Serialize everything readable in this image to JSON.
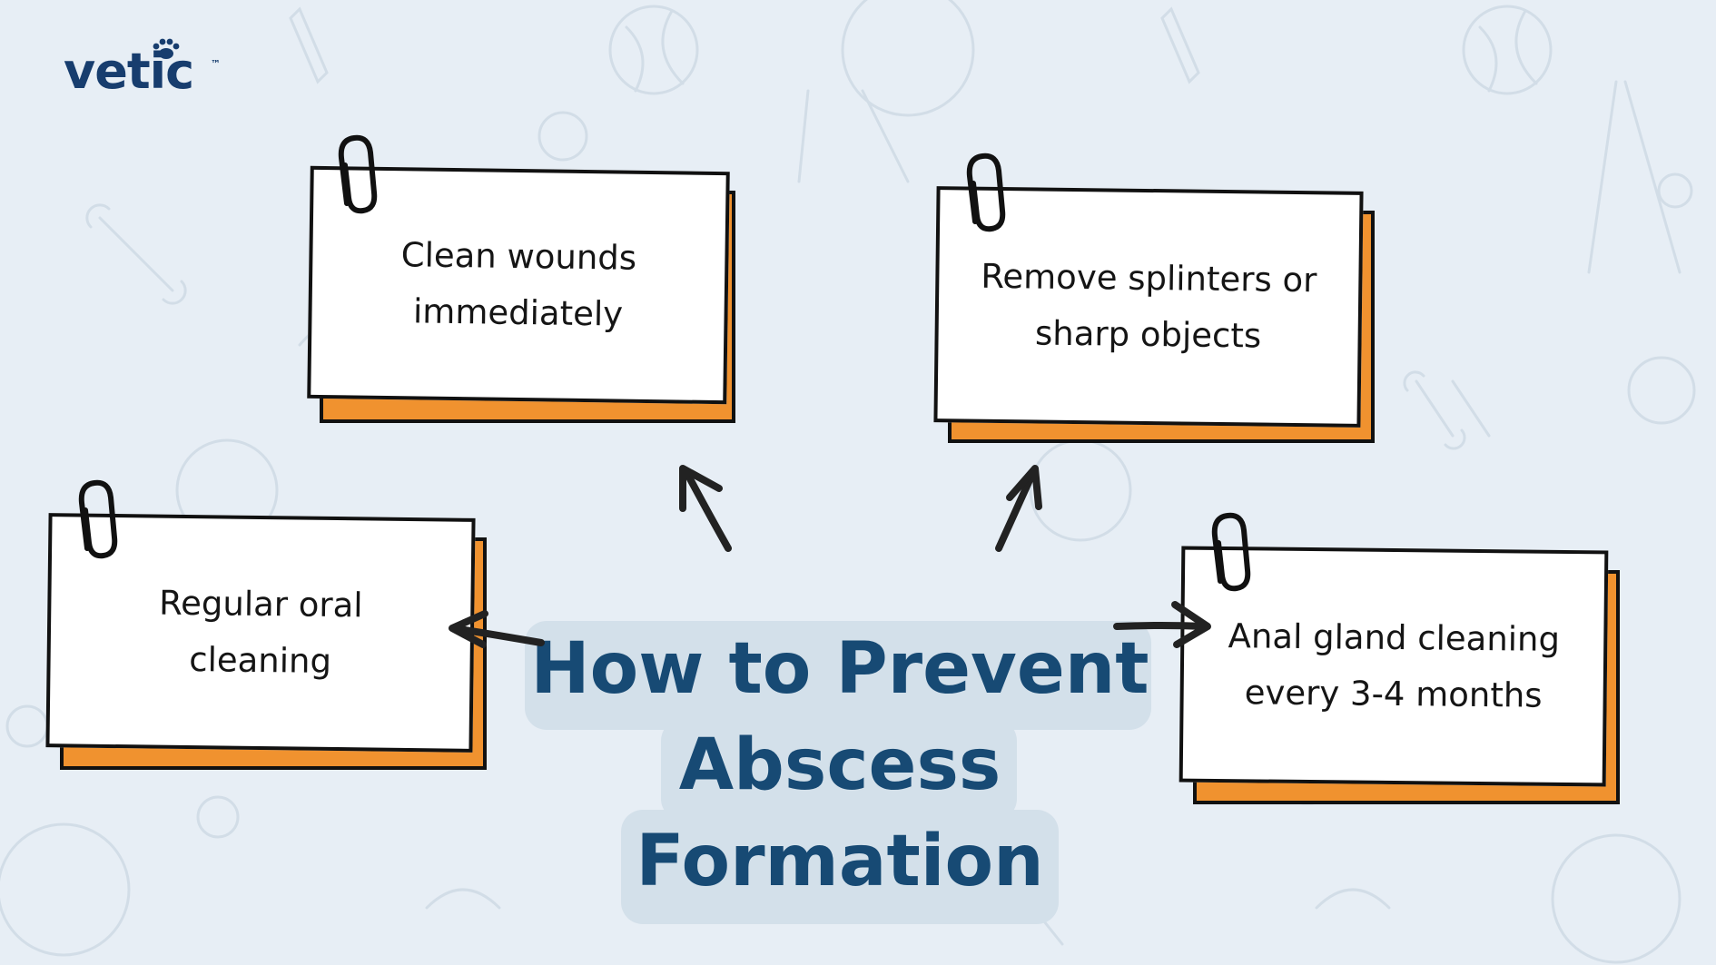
{
  "brand": {
    "name": "vetic",
    "trademark": "™"
  },
  "title": {
    "lines": [
      "How to Prevent",
      "Abscess",
      "Formation"
    ]
  },
  "cards": [
    {
      "lines": [
        "Clean wounds",
        "immediately"
      ],
      "icon": "paperclip-icon"
    },
    {
      "lines": [
        "Remove splinters or",
        "sharp objects"
      ],
      "icon": "paperclip-icon"
    },
    {
      "lines": [
        "Regular oral",
        "cleaning"
      ],
      "icon": "paperclip-icon"
    },
    {
      "lines": [
        "Anal gland cleaning",
        "every 3-4 months"
      ],
      "icon": "paperclip-icon"
    }
  ],
  "colors": {
    "background": "#e7eef5",
    "title": "#174a74",
    "title_background": "#d3e0ea",
    "card_shadow": "#f0922f",
    "brand": "#173d6e"
  }
}
